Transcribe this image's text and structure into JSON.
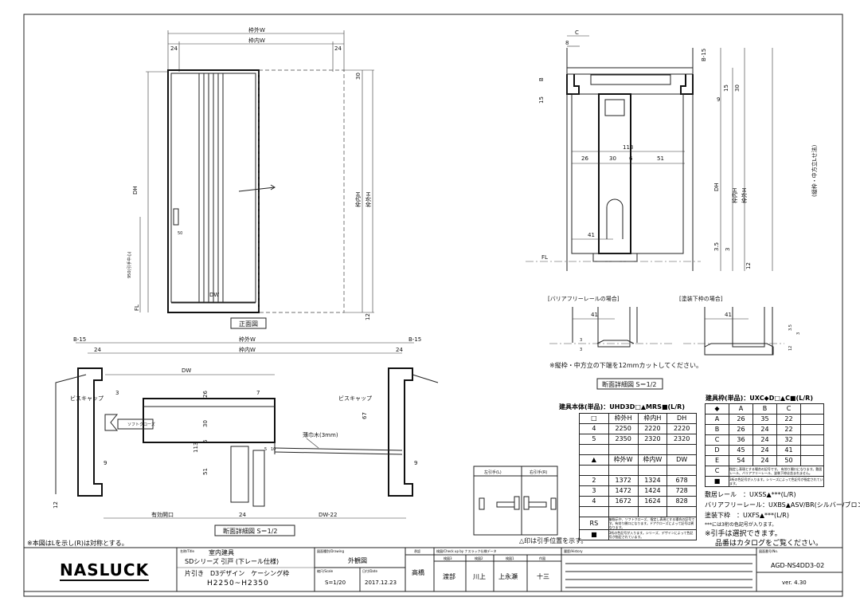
{
  "front": {
    "caption": "正面図",
    "outer_w": "枠外W",
    "inner_w": "枠内W",
    "side1": "24",
    "side2": "24",
    "dh": "DH",
    "inner_h": "枠内H",
    "outer_h": "枠外H",
    "top30": "30",
    "bottom12": "12",
    "handle_h": "950(引手中心)",
    "handle_50": "50",
    "dw": "DW",
    "fl": "FL"
  },
  "section_h": {
    "caption": "断面詳細図 S＝1/2",
    "outer_w": "枠外W",
    "inner_w": "枠内W",
    "b15_left": "B-15",
    "b15_right": "B-15",
    "side1": "24",
    "side2": "24",
    "dw": "DW",
    "screw_cap_l": "ビスキャップ",
    "screw_cap_r": "ビスキャップ",
    "soft_close": "ソフトクローズ",
    "d3": "3",
    "d26": "26",
    "d30": "30",
    "d6": "6",
    "d7": "7",
    "d113": "113",
    "d51": "51",
    "d9l": "9",
    "d9r": "9",
    "d67": "67",
    "d12": "12",
    "d5": "5",
    "d10": "10",
    "trim": "薄巾木(3mm)",
    "eff_open": "有効開口",
    "d24": "24",
    "dw22": "DW-22"
  },
  "section_v": {
    "c": "C",
    "d8": "8",
    "b": "B",
    "b15": "B-15",
    "d15a": "15",
    "d15b": "15",
    "d9": "9",
    "d30": "30",
    "d113": "113",
    "d26": "26",
    "d30b": "30",
    "d6": "6",
    "d51": "51",
    "d41": "41",
    "dh": "DH",
    "inner_h": "枠内H",
    "outer_h": "枠外H",
    "note_h": "(縦枠・中方立Lせ法)",
    "d35": "3.5",
    "d3": "3",
    "d12": "12",
    "fl": "FL"
  },
  "details": {
    "barrier_free": "[バリアフリーレールの場合]",
    "painted": "[塗装下枠の場合]",
    "d41a": "41",
    "d41b": "41",
    "d3a": "3",
    "d3b": "3",
    "d35": "3.5",
    "d3c": "3",
    "d12": "12",
    "cut_note": "※縦枠・中方立の下端を12mmカットしてください。",
    "caption": "断面詳細図 S＝1/2"
  },
  "handle_table": {
    "left": "左引手(L)",
    "right": "右引手(R)",
    "note": "△印は引手位置を示す。"
  },
  "body_table": {
    "title": "建具本体(単品)：UHD3D□▲MRS■(L/R)",
    "h_header": [
      "□",
      "枠外H",
      "枠内H",
      "DH"
    ],
    "h_rows": [
      [
        "4",
        "2250",
        "2220",
        "2220"
      ],
      [
        "5",
        "2350",
        "2320",
        "2320"
      ]
    ],
    "w_header": [
      "▲",
      "枠外W",
      "枠内W",
      "DW"
    ],
    "w_rows": [
      [
        "2",
        "1372",
        "1324",
        "678"
      ],
      [
        "3",
        "1472",
        "1424",
        "728"
      ],
      [
        "4",
        "1672",
        "1624",
        "828"
      ]
    ],
    "rs_label": "RS",
    "rs_note": "御指示や、ソフトクローズ、指定し表現とする場合の記号です。有効り開口になります。ドアクローズによって記号は異なります。",
    "sq_label": "■",
    "sq_note": "3桁の色記号が入ります。シリーズ、デザインによって色記号が指定されています。"
  },
  "frame_table": {
    "title": "建具枠(単品)：UXC◆D□▲C■(L/R)",
    "header": [
      "◆",
      "A",
      "B",
      "C",
      ""
    ],
    "rows": [
      [
        "A",
        "26",
        "35",
        "22"
      ],
      [
        "B",
        "26",
        "24",
        "22"
      ],
      [
        "C",
        "36",
        "24",
        "32"
      ],
      [
        "D",
        "45",
        "24",
        "41"
      ],
      [
        "E",
        "54",
        "24",
        "50"
      ]
    ],
    "c_label": "C",
    "c_note": "指定し表現とする場合の記号です。 有効り開口になります。敷居レール、バリアフリーレール、塗装下枠は含まれません。",
    "sq_label": "■",
    "sq_note": "3桁の色記号が入ります。シリーズによって色記号が指定されています。",
    "rail": "敷居レール　：UXSS▲***(L/R)",
    "bf_rail": "バリアフリーレール：UXBS▲ASV/BR(シルバー/ブロンズ)",
    "painted": "塗装下枠　：UXFS▲***(L/R)",
    "color_note": "***には3桁の色記号が入ります。",
    "handle_note": "※引手は選択できます。",
    "catalog_note": "品番はカタログをご覧ください。"
  },
  "left_note": "※本図はLを示し(R)は対称とする。",
  "title_block": {
    "logo": "NASLUCK",
    "title_label": "名称/Title",
    "title1": "室内建具",
    "title2": "SDシリーズ 引戸 (下レール仕様)",
    "title3": "片引き　D3デザイン　ケーシング枠",
    "title4": "H2250~H2350",
    "drawing_label": "図面種別/Drawing",
    "drawing": "外観図",
    "scale_label": "縮尺/Scale",
    "scale": "S=1/20",
    "date_label": "日付/Date",
    "date": "2017.12.23",
    "approve_label": "承認",
    "approver": "高橋",
    "check_label": "検図/Check up by ナスラック仕様データ",
    "checkers_roles": [
      "検図3",
      "検図2",
      "検図1",
      "作図"
    ],
    "checkers": [
      "渡部",
      "川上",
      "上永瀬",
      "十三"
    ],
    "history_label": "履歴/History",
    "no_label": "図面番号/No.",
    "number": "AGD-NS4DD3-02",
    "version": "ver. 4.30"
  }
}
